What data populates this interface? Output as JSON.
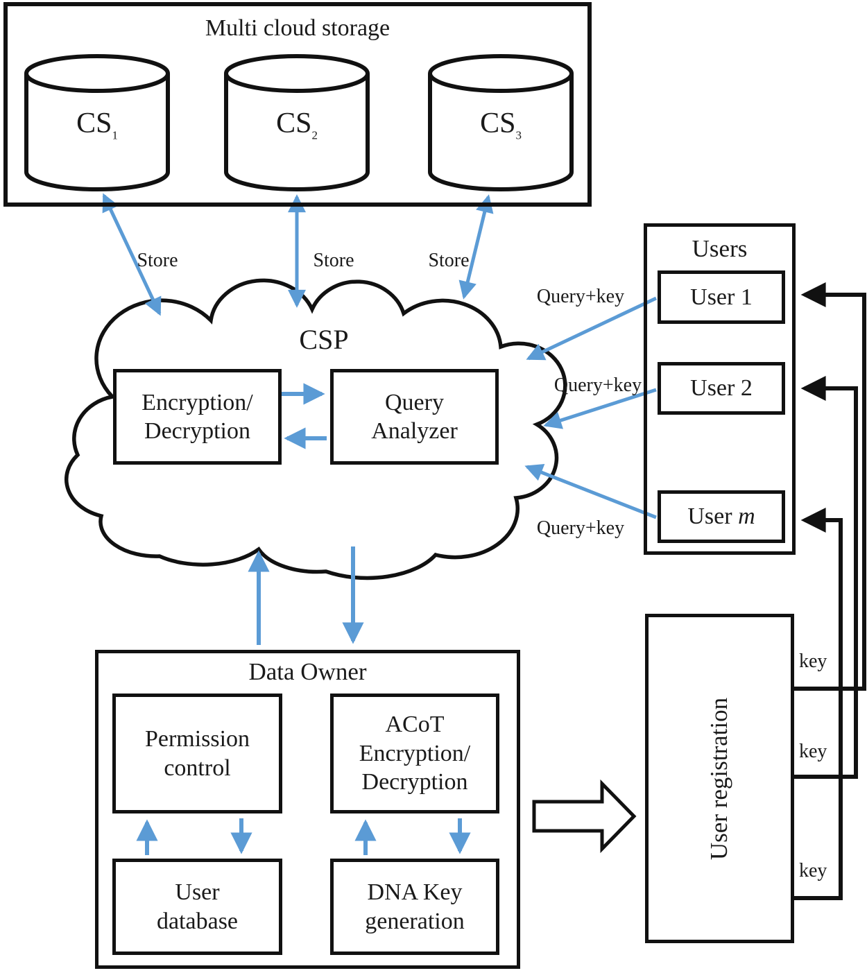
{
  "colors": {
    "accent_blue": "#5B9BD5",
    "line_black": "#111111"
  },
  "multi_cloud_storage": {
    "title": "Multi cloud storage",
    "cylinders": [
      {
        "base": "CS",
        "sub": "1"
      },
      {
        "base": "CS",
        "sub": "2"
      },
      {
        "base": "CS",
        "sub": "3"
      }
    ]
  },
  "store_labels": [
    "Store",
    "Store",
    "Store"
  ],
  "csp": {
    "title": "CSP",
    "encryption_box": "Encryption/\nDecryption",
    "query_analyzer_box": "Query\nAnalyzer"
  },
  "users": {
    "title": "Users",
    "user1": "User 1",
    "user2": "User 2",
    "userm_prefix": "User ",
    "userm_var": "m"
  },
  "query_key_labels": [
    "Query+key",
    "Query+key",
    "Query+key"
  ],
  "data_owner": {
    "title": "Data Owner",
    "permission_control": "Permission\ncontrol",
    "acot": "ACoT\nEncryption/\nDecryption",
    "user_database": "User\ndatabase",
    "dna_key": "DNA Key\ngeneration"
  },
  "user_registration": {
    "label": "User registration"
  },
  "key_labels": [
    "key",
    "key",
    "key"
  ]
}
